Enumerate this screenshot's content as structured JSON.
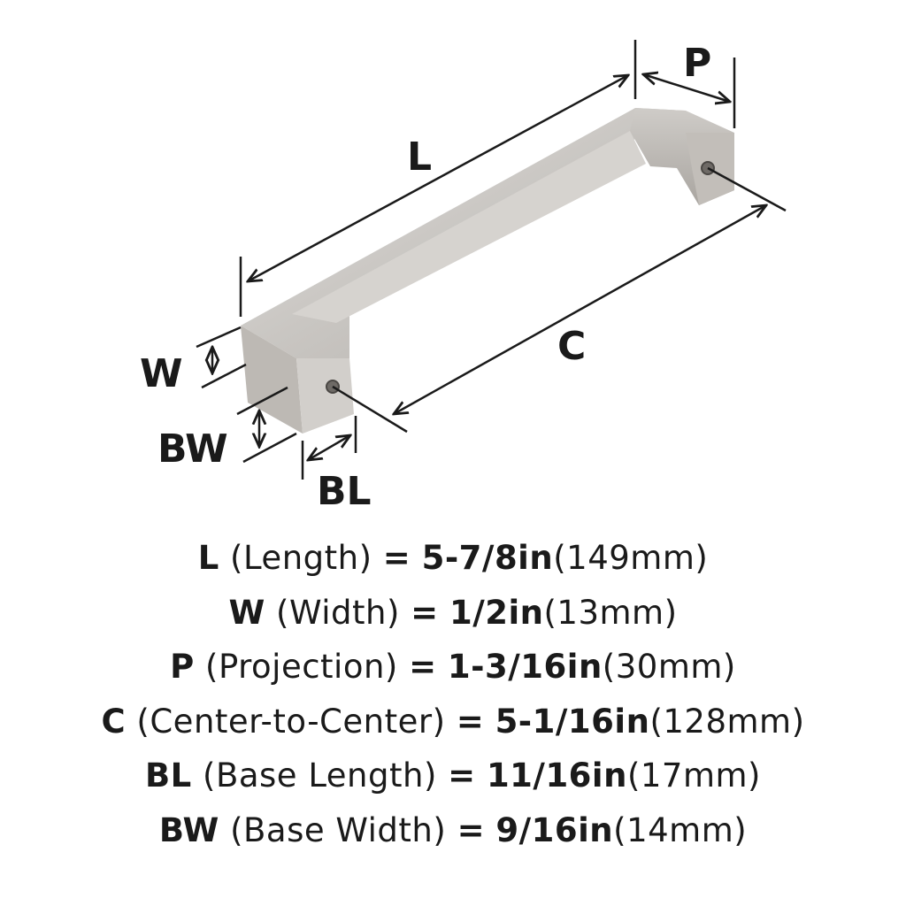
{
  "diagram": {
    "labels": {
      "L": "L",
      "P": "P",
      "C": "C",
      "W": "W",
      "BW": "BW",
      "BL": "BL"
    }
  },
  "specs": [
    {
      "code": "L",
      "name": "(Length)",
      "eq": "=",
      "inch": "5-7/8in",
      "mm": "(149mm)"
    },
    {
      "code": "W",
      "name": "(Width)",
      "eq": "=",
      "inch": "1/2in",
      "mm": "(13mm)"
    },
    {
      "code": "P",
      "name": "(Projection)",
      "eq": "=",
      "inch": "1-3/16in",
      "mm": "(30mm)"
    },
    {
      "code": "C",
      "name": "(Center-to-Center)",
      "eq": "=",
      "inch": "5-1/16in",
      "mm": "(128mm)"
    },
    {
      "code": "BL",
      "name": "(Base Length)",
      "eq": "=",
      "inch": "11/16in",
      "mm": "(17mm)"
    },
    {
      "code": "BW",
      "name": "(Base Width)",
      "eq": "=",
      "inch": "9/16in",
      "mm": "(14mm)"
    }
  ]
}
